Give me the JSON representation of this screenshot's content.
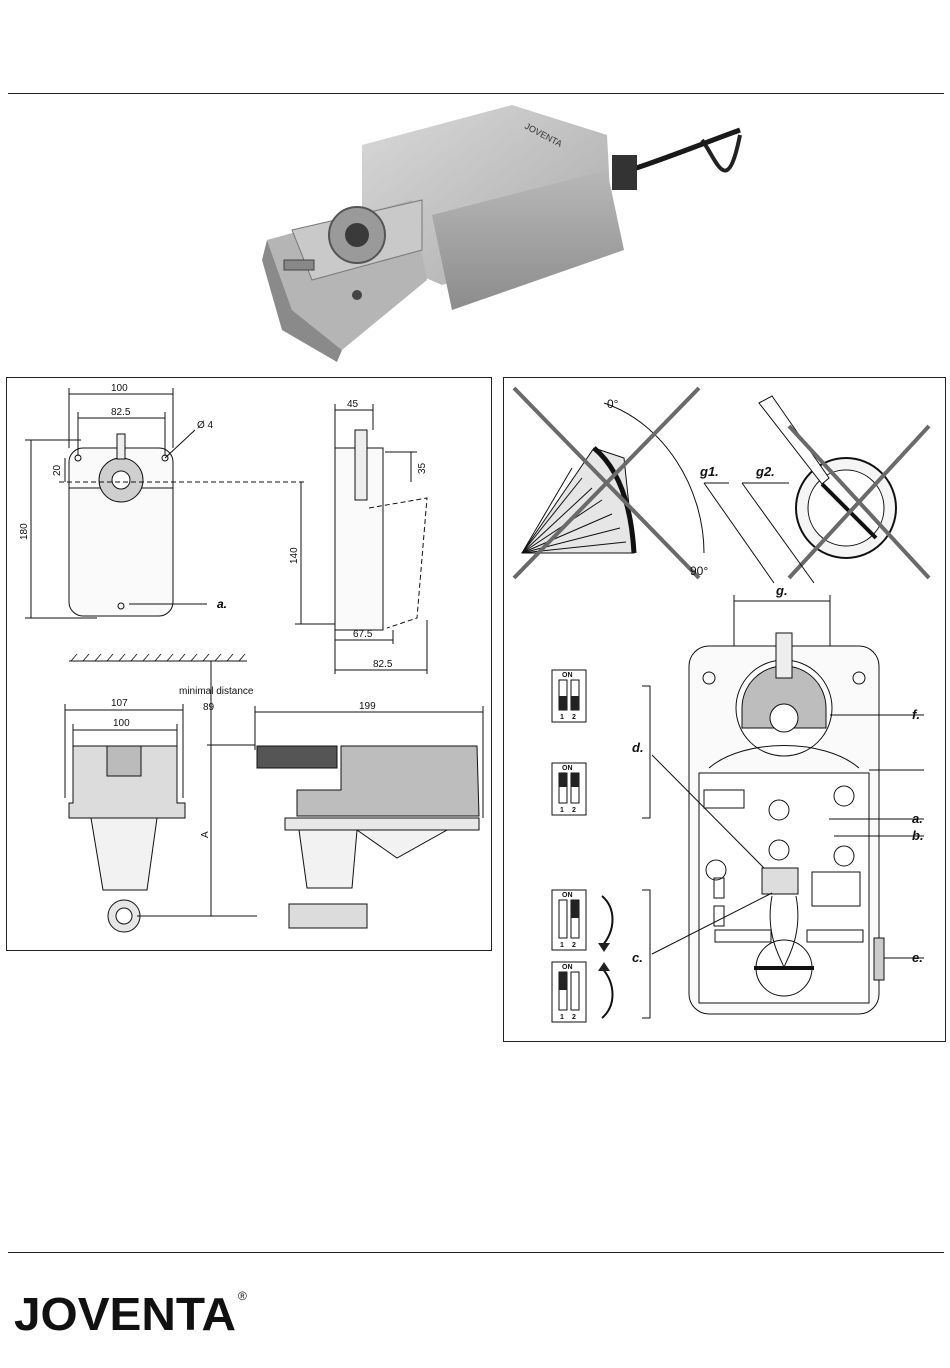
{
  "brand": {
    "name": "JOVENTA",
    "registered": "®",
    "housing_label": "JOVENTA"
  },
  "dimensions": {
    "front_width_outer": "100",
    "front_width_inner": "82.5",
    "hole_diameter": "Ø 4",
    "top_offset": "20",
    "total_height": "180",
    "side_depth": "45",
    "side_top": "35",
    "side_height": "140",
    "side_base": "67.5",
    "side_rotated": "82.5",
    "valve_outer": "107",
    "valve_inner": "100",
    "clearance_label": "minimal distance",
    "clearance_value": "89",
    "actuator_length": "199",
    "height_var": "A",
    "callout_a": "a."
  },
  "rotation_diagram": {
    "angle_start": "0°",
    "angle_end": "90°",
    "label_g1": "g1.",
    "label_g2": "g2.",
    "label_g": "g.",
    "label_f": "f.",
    "label_d": "d.",
    "label_a": "a.",
    "label_b": "b.",
    "label_c": "c.",
    "label_e": "e."
  },
  "dip_switch": {
    "on_label": "ON",
    "num1": "1",
    "num2": "2"
  }
}
